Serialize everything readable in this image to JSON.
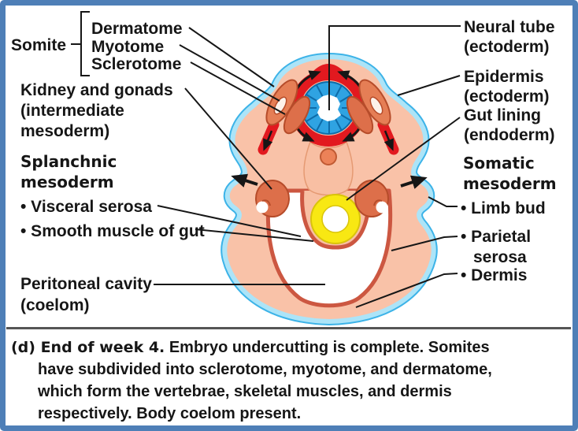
{
  "figure": {
    "type": "anatomy-diagram",
    "subject": "Embryo cross section, end of week 4"
  },
  "labels": {
    "left": {
      "somite": "Somite",
      "dermatome": "Dermatome",
      "myotome": "Myotome",
      "sclerotome": "Sclerotome",
      "kidney_line1": "Kidney and gonads",
      "kidney_line2": "(intermediate",
      "kidney_line3": "mesoderm)",
      "splanchnic_line1": "Splanchnic",
      "splanchnic_line2": "mesoderm",
      "visceral_serosa": "• Visceral serosa",
      "smooth_muscle": "• Smooth muscle of gut",
      "peritoneal_line1": "Peritoneal cavity",
      "peritoneal_line2": "(coelom)"
    },
    "right": {
      "neural_line1": "Neural tube",
      "neural_line2": "(ectoderm)",
      "epidermis_line1": "Epidermis",
      "epidermis_line2": "(ectoderm)",
      "gut_line1": "Gut lining",
      "gut_line2": "(endoderm)",
      "somatic_line1": "Somatic",
      "somatic_line2": "mesoderm",
      "limb_bud": "• Limb bud",
      "parietal_line1": "• Parietal",
      "parietal_line2": "serosa",
      "dermis": "• Dermis"
    }
  },
  "caption": {
    "lead": "(d) End of week 4.",
    "line1_rest": " Embryo undercutting is complete. Somites",
    "line2": "have subdivided into sclerotome, myotome, and dermatome,",
    "line3": "which form the vertebrae, skeletal muscles, and dermis",
    "line4": "respectively. Body coelom present."
  },
  "colors": {
    "frame_blue": "#4e7fb7",
    "separator_gray": "#555555",
    "text_black": "#161616",
    "body_salmon": "#f9c2a8",
    "epidermis_band": "#ace4f8",
    "epidermis_edge": "#3cb3e8",
    "neural_tube_blue": "#2fa3e2",
    "neural_tube_dark": "#0e6ca9",
    "neural_crest_red": "#e2191f",
    "somite_orange": "#e57e55",
    "somite_orange2": "#dd6f4a",
    "somite_outline": "#b64c2a",
    "coelom_rim": "#cc5741",
    "gut_yellow": "#f8e813",
    "gut_yellow_edge": "#d9c40a",
    "notochord": "#ec8258",
    "pedestal": "#f8bfa3",
    "white": "#ffffff"
  }
}
